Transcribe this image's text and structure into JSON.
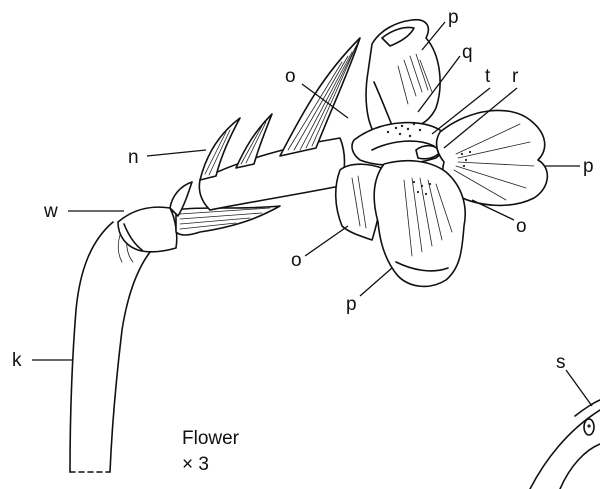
{
  "labels": {
    "p_top": "p",
    "q": "q",
    "o_top": "o",
    "t": "t",
    "r": "r",
    "n": "n",
    "p_right": "p",
    "w": "w",
    "o_right": "o",
    "o_lower": "o",
    "p_bottom": "p",
    "k": "k",
    "s": "s"
  },
  "caption": {
    "title": "Flower",
    "scale": "× 3"
  }
}
